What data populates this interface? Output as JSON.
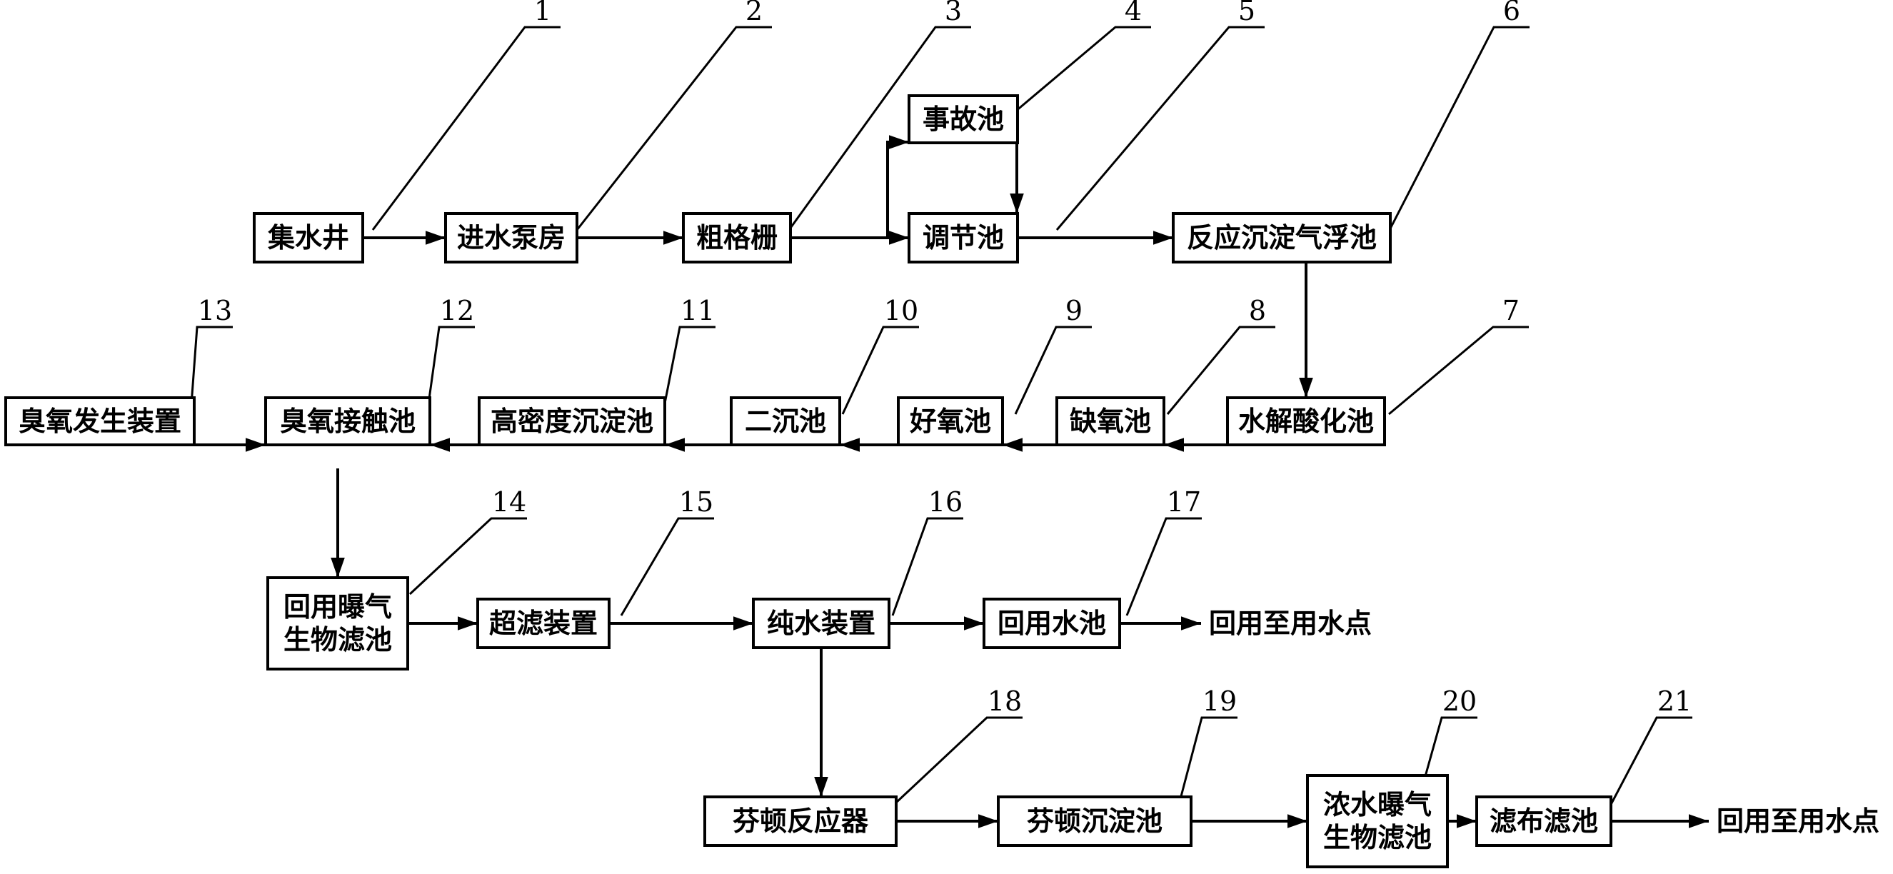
{
  "nodes": [
    {
      "id": "n1",
      "lines": [
        "集水井"
      ]
    },
    {
      "id": "n2",
      "lines": [
        "进水泵房"
      ]
    },
    {
      "id": "n3",
      "lines": [
        "粗格栅"
      ]
    },
    {
      "id": "n4",
      "lines": [
        "事故池"
      ]
    },
    {
      "id": "n5",
      "lines": [
        "调节池"
      ]
    },
    {
      "id": "n6",
      "lines": [
        "反应沉淀气浮池"
      ]
    },
    {
      "id": "n7",
      "lines": [
        "水解酸化池"
      ]
    },
    {
      "id": "n8",
      "lines": [
        "缺氧池"
      ]
    },
    {
      "id": "n9",
      "lines": [
        "好氧池"
      ]
    },
    {
      "id": "n10",
      "lines": [
        "二沉池"
      ]
    },
    {
      "id": "n11",
      "lines": [
        "高密度沉淀池"
      ]
    },
    {
      "id": "n12",
      "lines": [
        "臭氧接触池"
      ]
    },
    {
      "id": "n13",
      "lines": [
        "臭氧发生装置"
      ]
    },
    {
      "id": "n14",
      "lines": [
        "回用曝气",
        "生物滤池"
      ]
    },
    {
      "id": "n15",
      "lines": [
        "超滤装置"
      ]
    },
    {
      "id": "n16",
      "lines": [
        "纯水装置"
      ]
    },
    {
      "id": "n17",
      "lines": [
        "回用水池"
      ]
    },
    {
      "id": "n18",
      "lines": [
        "芬顿反应器"
      ]
    },
    {
      "id": "n19",
      "lines": [
        "芬顿沉淀池"
      ]
    },
    {
      "id": "n20",
      "lines": [
        "浓水曝气",
        "生物滤池"
      ]
    },
    {
      "id": "n21",
      "lines": [
        "滤布滤池"
      ]
    }
  ],
  "labels": [
    "1",
    "2",
    "3",
    "4",
    "5",
    "6",
    "7",
    "8",
    "9",
    "10",
    "11",
    "12",
    "13",
    "14",
    "15",
    "16",
    "17",
    "18",
    "19",
    "20",
    "21"
  ],
  "outputs": [
    "回用至用水点",
    "回用至用水点"
  ],
  "edges": [
    [
      "n1",
      "n2"
    ],
    [
      "n2",
      "n3"
    ],
    [
      "n3",
      "n5"
    ],
    [
      "n3",
      "n4"
    ],
    [
      "n4",
      "n5"
    ],
    [
      "n5",
      "n6"
    ],
    [
      "n6",
      "n7"
    ],
    [
      "n7",
      "n8"
    ],
    [
      "n8",
      "n9"
    ],
    [
      "n9",
      "n10"
    ],
    [
      "n10",
      "n11"
    ],
    [
      "n11",
      "n12"
    ],
    [
      "n13",
      "n12"
    ],
    [
      "n12",
      "n14"
    ],
    [
      "n14",
      "n15"
    ],
    [
      "n15",
      "n16"
    ],
    [
      "n16",
      "n17"
    ],
    [
      "n17",
      "out1"
    ],
    [
      "n16",
      "n18"
    ],
    [
      "n18",
      "n19"
    ],
    [
      "n19",
      "n20"
    ],
    [
      "n20",
      "n21"
    ],
    [
      "n21",
      "out2"
    ]
  ]
}
